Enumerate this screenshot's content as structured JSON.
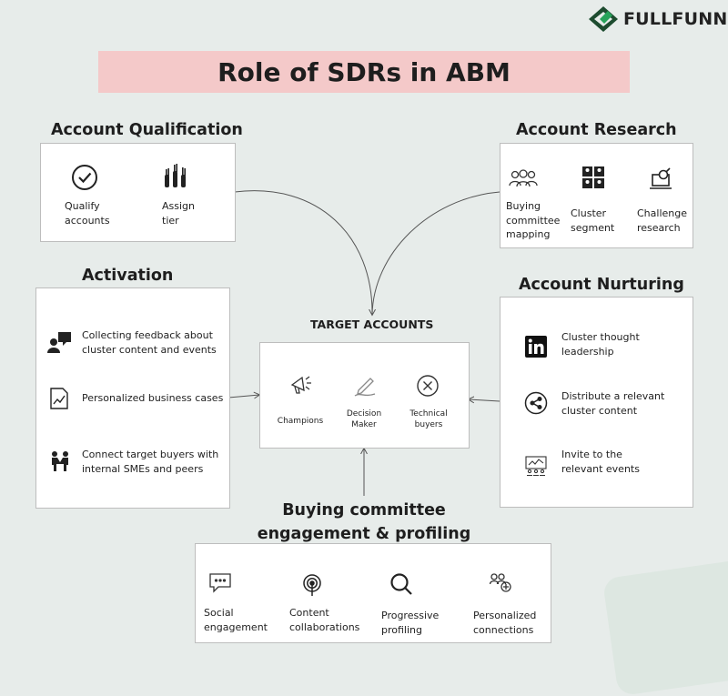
{
  "brand": {
    "name": "FULLFUNNEL"
  },
  "title": "Role of SDRs in ABM",
  "account_qualification": {
    "heading": "Account Qualification",
    "items": [
      {
        "label": "Qualify\naccounts",
        "icon": "check-circle-icon"
      },
      {
        "label": "Assign\ntier",
        "icon": "raised-hands-icon"
      }
    ]
  },
  "account_research": {
    "heading": "Account Research",
    "items": [
      {
        "label": "Buying\ncommittee\nmapping",
        "icon": "group-people-icon"
      },
      {
        "label": "Cluster\nsegment",
        "icon": "segment-grid-icon"
      },
      {
        "label": "Challenge\nresearch",
        "icon": "laptop-search-icon"
      }
    ]
  },
  "activation": {
    "heading": "Activation",
    "items": [
      {
        "label": "Collecting feedback about\ncluster content and events",
        "icon": "chat-person-icon"
      },
      {
        "label": "Personalized business cases",
        "icon": "chart-document-icon"
      },
      {
        "label": "Connect target buyers with\ninternal SMEs and peers",
        "icon": "handshake-people-icon"
      }
    ]
  },
  "account_nurturing": {
    "heading": "Account Nurturing",
    "items": [
      {
        "label": "Cluster thought\nleadership",
        "icon": "linkedin-icon"
      },
      {
        "label": "Distribute a relevant\ncluster content",
        "icon": "share-icon"
      },
      {
        "label": "Invite to the\nrelevant events",
        "icon": "presentation-icon"
      }
    ]
  },
  "target_accounts": {
    "heading": "TARGET ACCOUNTS",
    "items": [
      {
        "label": "Champions",
        "icon": "megaphone-icon"
      },
      {
        "label": "Decision\nMaker",
        "icon": "pen-sign-icon"
      },
      {
        "label": "Technical\nbuyers",
        "icon": "x-circle-icon"
      }
    ]
  },
  "buying_committee": {
    "heading": "Buying committee\nengagement & profiling",
    "items": [
      {
        "label": "Social\nengagement",
        "icon": "chat-bubble-icon"
      },
      {
        "label": "Content\ncollaborations",
        "icon": "podcast-icon"
      },
      {
        "label": "Progressive\nprofiling",
        "icon": "magnifier-icon"
      },
      {
        "label": "Personalized\nconnections",
        "icon": "connections-icon"
      }
    ]
  },
  "colors": {
    "background": "#e7ecea",
    "title_band": "#f4c9c9",
    "logo_green": "#27a35a",
    "logo_dark": "#1d4c2f"
  }
}
